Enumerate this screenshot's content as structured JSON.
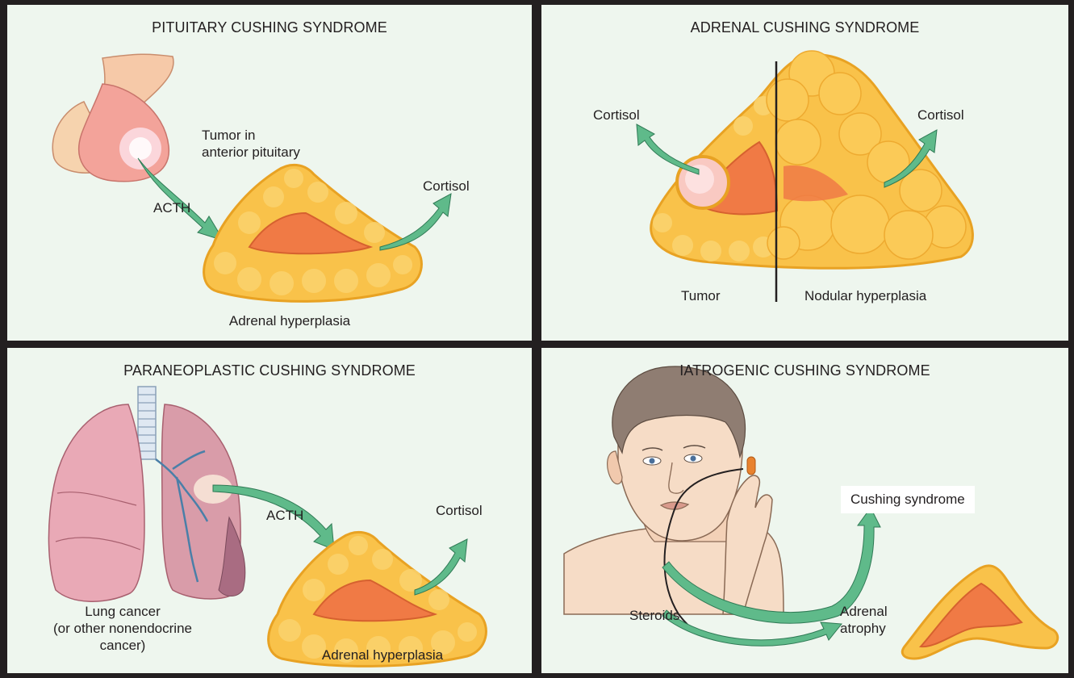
{
  "panels": {
    "pituitary": {
      "title": "PITUITARY CUSHING SYNDROME",
      "tumor_label": "Tumor in\nanterior pituitary",
      "acth_label": "ACTH",
      "cortisol_label": "Cortisol",
      "adrenal_label": "Adrenal hyperplasia"
    },
    "adrenal": {
      "title": "ADRENAL CUSHING SYNDROME",
      "cortisol_left": "Cortisol",
      "cortisol_right": "Cortisol",
      "tumor_label": "Tumor",
      "nodular_label": "Nodular hyperplasia"
    },
    "paraneoplastic": {
      "title": "PARANEOPLASTIC CUSHING SYNDROME",
      "acth_label": "ACTH",
      "cortisol_label": "Cortisol",
      "lung_label": "Lung cancer\n(or other nonendocrine\ncancer)",
      "adrenal_label": "Adrenal hyperplasia"
    },
    "iatrogenic": {
      "title": "IATROGENIC CUSHING SYNDROME",
      "cushing_label": "Cushing syndrome",
      "steroids_label": "Steroids",
      "atrophy_label": "Adrenal\natrophy"
    }
  },
  "colors": {
    "background": "#eef6ee",
    "border": "#231f20",
    "arrow": "#5fba8a",
    "gland": "#f9c24a",
    "gland_outline": "#e8a223",
    "medulla": "#f07a45",
    "pituitary": "#f3a39a",
    "skin": "#f6dcc6",
    "lung": "#e9a9b6"
  }
}
